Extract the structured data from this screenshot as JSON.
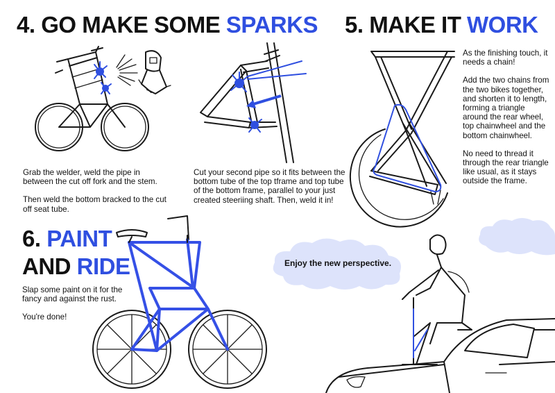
{
  "step4": {
    "heading_prefix": "4. GO MAKE SOME ",
    "heading_highlight": "SPARKS",
    "left_paragraphs": [
      "Grab the welder, weld the pipe in between the cut off fork and the stem.",
      "Then weld the bottom bracked to the cut off seat tube."
    ],
    "right_paragraphs": [
      "Cut your second pipe so it fits between the bottom tube of the top tframe and top tube of the bottom frame, parallel to your just created steeriing shaft. Then, weld it in!"
    ]
  },
  "step5": {
    "heading_prefix": "5. MAKE IT ",
    "heading_highlight": "WORK",
    "paragraphs": [
      "As the finishing touch, it needs a chain!",
      "Add the two chains from the two bikes together, and shorten it to length, forming a triangle around the rear wheel, top chainwheel and the bottom chainwheel.",
      "No need to thread it through the rear triangle like usual, as it stays outside the frame."
    ]
  },
  "step6": {
    "heading_number": "6. ",
    "heading_word1": "PAINT",
    "heading_word2": "AND ",
    "heading_word3": "RIDE",
    "paragraphs": [
      "Slap some paint on it for the fancy and against the rust.",
      "You're done!"
    ]
  },
  "cloud": {
    "text": "Enjoy the new perspective."
  },
  "colors": {
    "accent": "#2f4fe0",
    "ink": "#1a1a1a",
    "cloud": "#dde3fb"
  }
}
